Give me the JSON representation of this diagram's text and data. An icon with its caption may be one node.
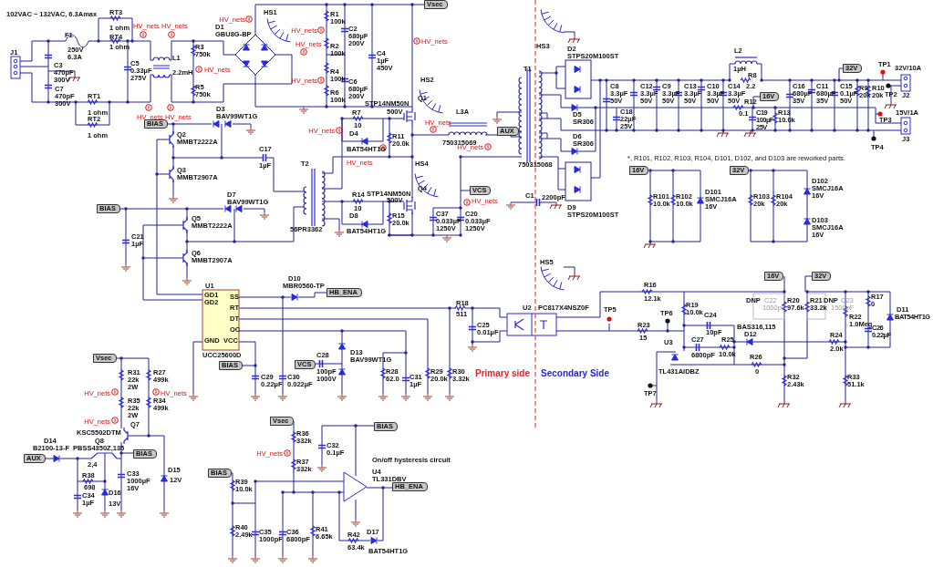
{
  "diagram": {
    "labels": [
      "102VAC ~ 132VAC, 6.3Amax",
      "J1",
      "RT3",
      "1 ohm",
      "F1",
      "RT4",
      "250V",
      "1 ohm",
      "6.3A",
      "C3",
      "470pF",
      "300V",
      "C5",
      "0.33µF",
      "275V",
      "L1",
      "2.2mH",
      "R3",
      "750k",
      "C7",
      "R5",
      "470pF",
      "750k",
      "300V",
      "RT1",
      "1 ohm",
      "RT2",
      "1 ohm",
      "HV_nets",
      "HV_nets",
      "HV_nets",
      "HV_nets",
      "HV_nets",
      "HV_nets",
      "D1",
      "GBU8G-BP",
      "HS1",
      "HV_nets",
      "HV_nets",
      "HV_nets",
      "R1",
      "100k",
      "C2",
      "680µF",
      "200V",
      "R2",
      "100k",
      "HV_nets",
      "C4",
      "1µF",
      "450V",
      "R4",
      "100k",
      "C6",
      "680µF",
      "200V",
      "R6",
      "100k",
      "Vsec",
      "HS2",
      "Q1",
      "STP14NM50N",
      "R7",
      "500V",
      "L3A",
      "10",
      "D4",
      "BAT54HT1G",
      "HV_nets",
      "HV_nets",
      "R11",
      "20.0k",
      "750315069",
      "AUX",
      "HV_nets",
      "HV_nets",
      "T1",
      "750315068",
      "HS3",
      "D2",
      "STPS20M100ST",
      "D5",
      "SR306",
      "D6",
      "SR306",
      "D9",
      "STPS20M100ST",
      "C8",
      "3.3µF",
      "50V",
      "C18",
      "22µF",
      "25V",
      "T2",
      "56PR3362",
      "HS4",
      "Q4",
      "R14",
      "STP14NM50N",
      "10",
      "500V",
      "D8",
      "R15",
      "20.0k",
      "BAT54HT1G",
      "VCS",
      "HV_nets",
      "C37",
      "0.033µF",
      "1250V",
      "C20",
      "0.033µF",
      "1250V",
      "C1",
      "2200pF",
      "HS5",
      "L2",
      "1µH",
      "R8",
      "32V",
      "TP1",
      "32V/10A",
      "C12",
      "3.3µF",
      "50V",
      "C9",
      "3.3µF",
      "50V",
      "C13",
      "3.3µF",
      "50V",
      "C10",
      "3.3µF",
      "50V",
      "C14",
      "3.3µF",
      "50V",
      "2.2",
      "R12",
      "16V",
      "C16",
      "680µF",
      "35V",
      "C11",
      "680µF",
      "35V",
      "C15",
      "0.1µF",
      "50V",
      "R9",
      "20k",
      "R10",
      "20k",
      "TP2",
      "J2",
      "0.1",
      "C19",
      "100µF",
      "25V",
      "R13",
      "10.0k",
      "TP3",
      "15V/1A",
      "J3",
      "TP4",
      "*, R101, R102, R103, R104, D101, D102, and D103 are reworked parts.",
      "16V",
      "32V",
      "R101",
      "10.0k",
      "R102",
      "10.0k",
      "D101",
      "SMCJ16A",
      "16V",
      "R103",
      "20k",
      "R104",
      "20k",
      "D102",
      "SMCJ16A",
      "16V",
      "D103",
      "SMCJ16A",
      "16V",
      "16V",
      "32V",
      "U1",
      "D10",
      "MBR0560-TP",
      "GD1",
      "HB_ENA",
      "SS",
      "GD2",
      "RT",
      "DT",
      "OC",
      "GND",
      "VCC",
      "UCC25600D",
      "R18",
      "511",
      "U2",
      "PC817X4NSZ0F",
      "R16",
      "12.1k",
      "C25",
      "0.01µF",
      "TP5",
      "R19",
      "10.0k",
      "DNP",
      "C22",
      "1000pF",
      "R20",
      "97.6k",
      "R21",
      "33.2k",
      "DNP",
      "C23",
      "1500pF",
      "R17",
      "0",
      "R22",
      "1.0Meg",
      "D11",
      "BAT54HT1G",
      "TP6",
      "C24",
      "10pF",
      "R23",
      "15",
      "BAS316,115",
      "D12",
      "C27",
      "R25",
      "R24",
      "C26",
      "0.22µF",
      "2.0k",
      "6800pF",
      "10.0k",
      "U3",
      "TL431AIDBZ",
      "R26",
      "0",
      "R32",
      "2.43k",
      "R33",
      "51.1k",
      "TP7",
      "C28",
      "100pF",
      "1000V",
      "D13",
      "BAV99WT1G",
      "R28",
      "62.0",
      "C31",
      "1µF",
      "R29",
      "20.0k",
      "R30",
      "3.32k",
      "Primary side",
      "Secondary Side",
      "BIAS",
      "VCS",
      "C29",
      "0.22µF",
      "C30",
      "0.022µF",
      "Vsec",
      "R31",
      "22k",
      "2W",
      "R27",
      "499k",
      "HV_nets",
      "HV_nets",
      "R35",
      "22k",
      "2W",
      "R34",
      "499k",
      "HV_nets",
      "Q7",
      "KSC5502DTM",
      "D14",
      "B2100-13-F",
      "Q8",
      "PBSS4350Z,135",
      "BIAS",
      "AUX",
      "2,4",
      "R38",
      "698",
      "C33",
      "1000µF",
      "16V",
      "D15",
      "12V",
      "D16",
      "13V",
      "C34",
      "1µF",
      "Vsec",
      "R36",
      "332k",
      "HV_nets",
      "BIAS",
      "R37",
      "332k",
      "R39",
      "10.0k",
      "R40",
      "2.49k",
      "C35",
      "1000pF",
      "C36",
      "6800pF",
      "R41",
      "6.65k",
      "BIAS",
      "C32",
      "0.1µF",
      "On/off hysteresis circuit",
      "U4",
      "TL331DBV",
      "HB_ENA",
      "R42",
      "63.4k",
      "D17",
      "BAT54HT1G",
      "BIAS",
      "D3",
      "BAV99WT1G",
      "Q2",
      "MMBT2222A",
      "C17",
      "1µF",
      "Q3",
      "MMBT2907A",
      "BIAS",
      "D7",
      "BAV99WT1G",
      "Q5",
      "MMBT2222A",
      "C21",
      "1µF",
      "Q6",
      "MMBT2907A"
    ]
  }
}
